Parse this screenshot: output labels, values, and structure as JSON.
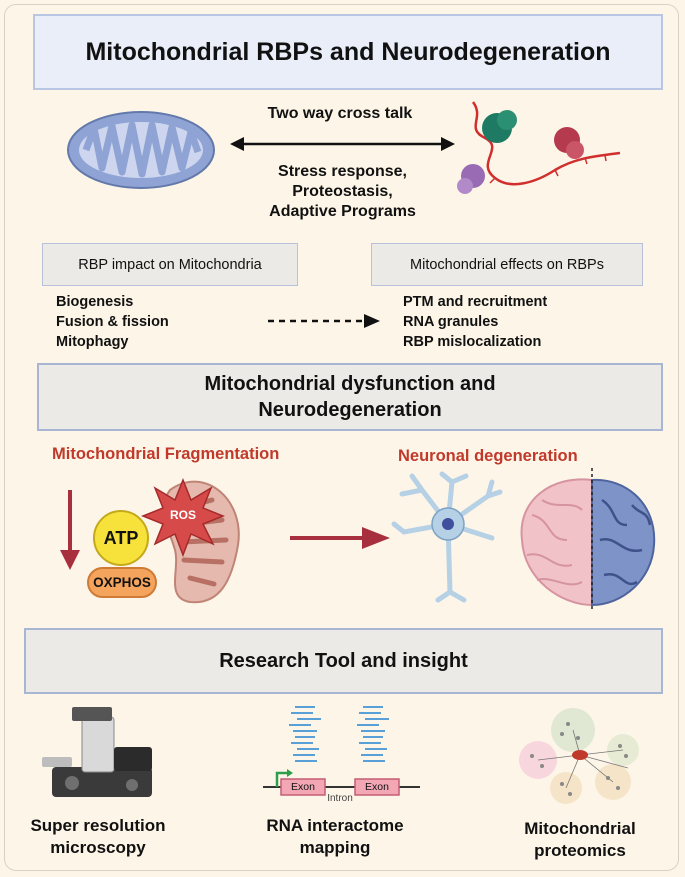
{
  "title": "Mitochondrial RBPs and Neurodegeneration",
  "crosstalk": {
    "label": "Two way cross talk",
    "responses": [
      "Stress response,",
      "Proteostasis,",
      "Adaptive Programs"
    ]
  },
  "impact_left": {
    "heading": "RBP impact on Mitochondria",
    "items": [
      "Biogenesis",
      "Fusion & fission",
      "Mitophagy"
    ]
  },
  "impact_right": {
    "heading": "Mitochondrial effects on RBPs",
    "items": [
      "PTM and recruitment",
      "RNA granules",
      "RBP mislocalization"
    ]
  },
  "dysfunction": {
    "heading_line1": "Mitochondrial dysfunction and",
    "heading_line2": "Neurodegeneration",
    "left_label": "Mitochondrial Fragmentation",
    "right_label": "Neuronal degeneration",
    "atp": "ATP",
    "oxphos": "OXPHOS",
    "ros": "ROS"
  },
  "research": {
    "heading": "Research Tool and insight",
    "tools": [
      {
        "line1": "Super resolution",
        "line2": "microscopy"
      },
      {
        "line1": "RNA interactome",
        "line2": "mapping"
      },
      {
        "line1": "Mitochondrial",
        "line2": "proteomics"
      }
    ],
    "exon": "Exon",
    "intron": "Intron"
  },
  "colors": {
    "accent_red": "#c0392b",
    "mito_blue": "#8fa4d4",
    "title_bg": "#e9eef9",
    "section_bg": "#eceae6"
  }
}
